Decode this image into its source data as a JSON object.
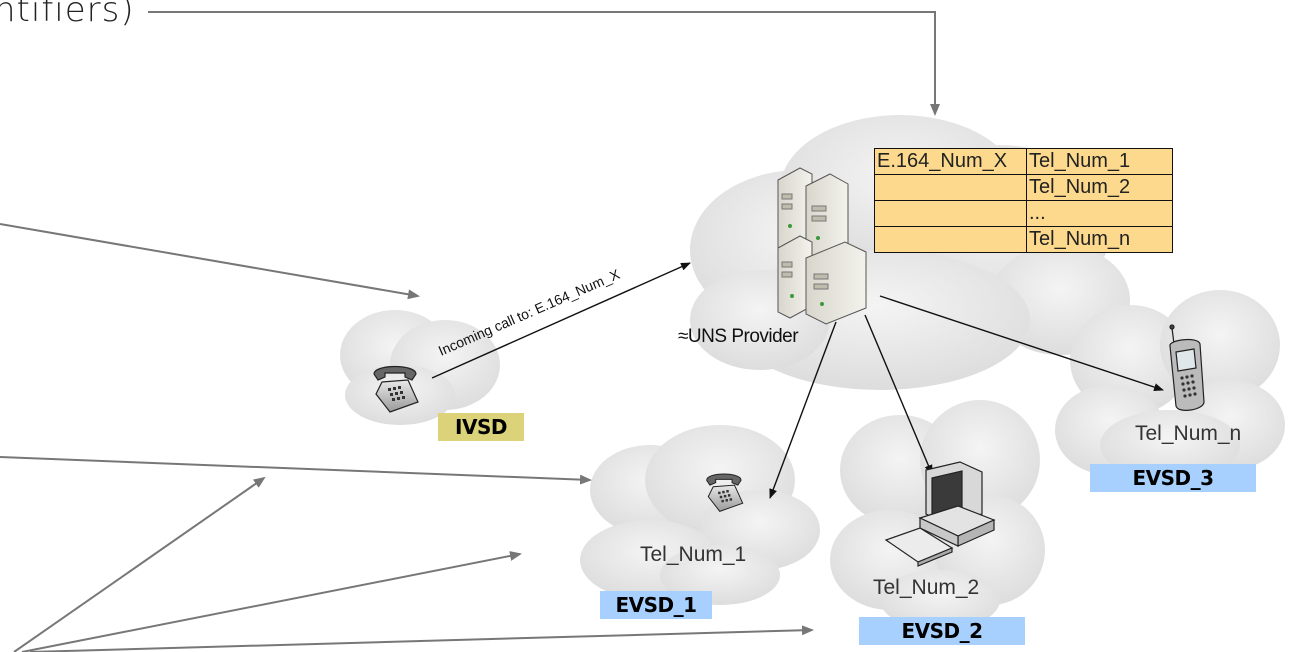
{
  "top_text": "ntifiers)",
  "call_label": "Incoming call to: E.164_Num_X",
  "provider_label": "≈UNS Provider",
  "mapping_table": {
    "rows": [
      [
        "E.164_Num_X",
        "Tel_Num_1"
      ],
      [
        "",
        "Tel_Num_2"
      ],
      [
        "",
        "..."
      ],
      [
        "",
        "Tel_Num_n"
      ]
    ]
  },
  "nodes": {
    "ivsd": {
      "badge": "IVSD"
    },
    "evsd1": {
      "label": "Tel_Num_1",
      "badge": "EVSD_1"
    },
    "evsd2": {
      "label": "Tel_Num_2",
      "badge": "EVSD_2"
    },
    "evsd3": {
      "label": "Tel_Num_n",
      "badge": "EVSD_3"
    }
  },
  "colors": {
    "yellow_badge": "#dcd27a",
    "blue_badge": "#a7d0ff",
    "table_fill": "#fcd98c",
    "cloud": "#e6e6e6"
  }
}
